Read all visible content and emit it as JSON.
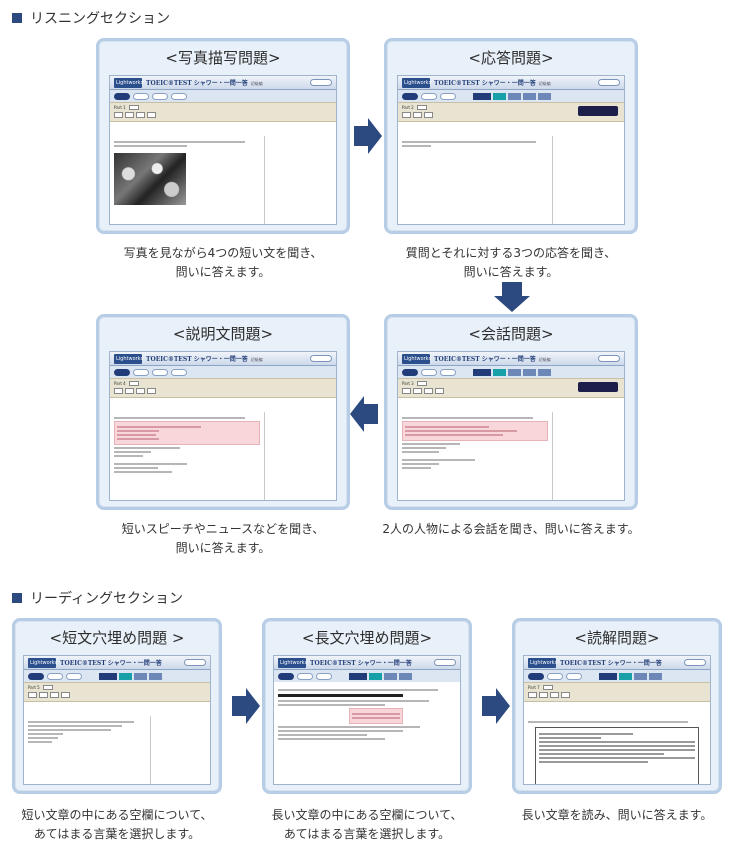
{
  "listening": {
    "heading": "リスニングセクション",
    "cards": [
      {
        "title": "<写真描写問題>",
        "desc": "写真を見ながら4つの短い文を聞き、\n問いに答えます。"
      },
      {
        "title": "<応答問題>",
        "desc": "質問とそれに対する3つの応答を聞き、\n問いに答えます。"
      },
      {
        "title": "<説明文問題>",
        "desc": "短いスピーチやニュースなどを聞き、\n問いに答えます。"
      },
      {
        "title": "<会話問題>",
        "desc": "2人の人物による会話を聞き、問いに答えます。"
      }
    ]
  },
  "reading": {
    "heading": "リーディングセクション",
    "cards": [
      {
        "title": "<短文穴埋め問題 >",
        "desc": "短い文章の中にある空欄について、\nあてはまる言葉を選択します。"
      },
      {
        "title": "<長文穴埋め問題>",
        "desc": "長い文章の中にある空欄について、\nあてはまる言葉を選択します。"
      },
      {
        "title": "<読解問題>",
        "desc": "長い文章を読み、問いに答えます。"
      }
    ]
  },
  "app": {
    "logo": "Lightworks",
    "title": "TOEIC®TEST シャワー・一問一答",
    "subtitle": "初級編"
  },
  "colors": {
    "frame": "#b7cce5",
    "arrow": "#2c4a80",
    "accent": "#18a0a8"
  }
}
